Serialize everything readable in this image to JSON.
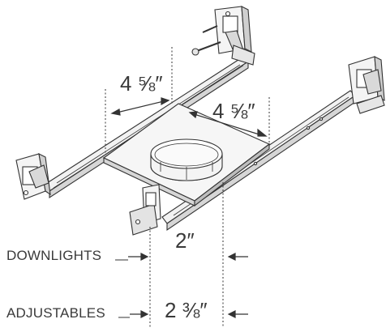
{
  "dimensions": {
    "bar_hanger_spacing_left": "4 ⅝″",
    "bar_hanger_spacing_right": "4 ⅝″",
    "downlights_aperture": "2″",
    "adjustables_aperture": "2 ⅜″"
  },
  "labels": {
    "downlights": "DOWNLIGHTS",
    "adjustables": "ADJUSTABLES"
  },
  "colors": {
    "line": "#333333",
    "metal_light": "#f4f4f4",
    "metal_mid": "#d9d9d9",
    "metal_dark": "#9a9a9a",
    "text": "#3a3a3a"
  }
}
